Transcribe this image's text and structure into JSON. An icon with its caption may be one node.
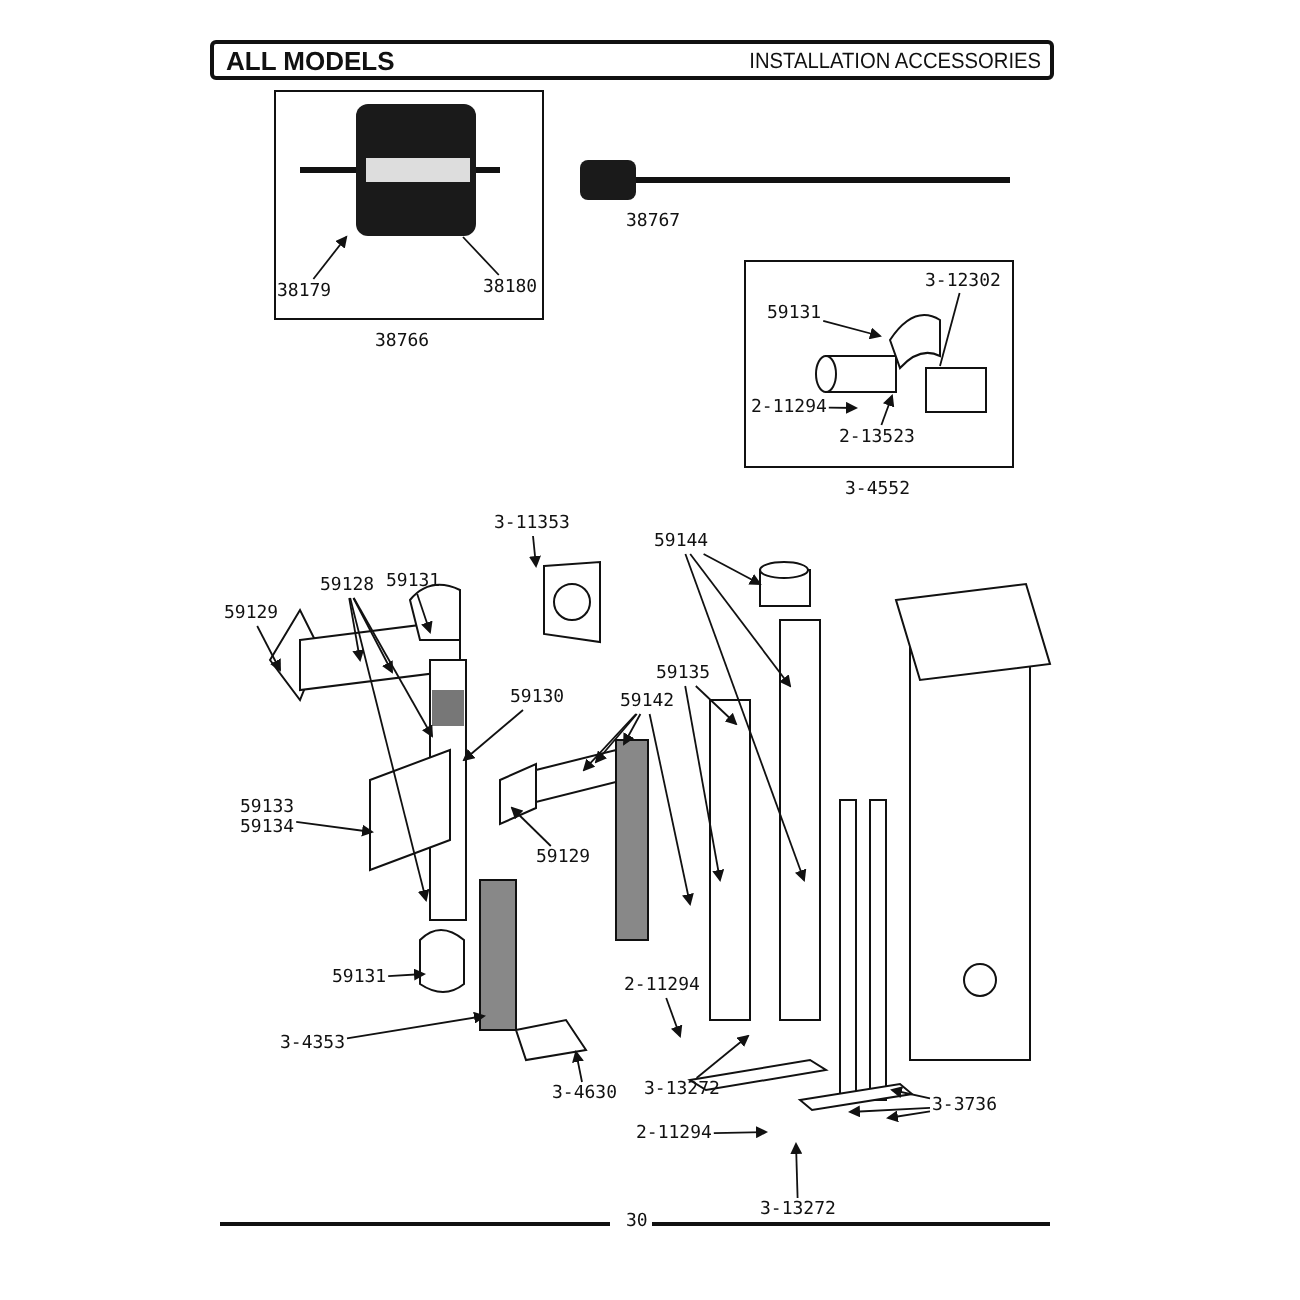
{
  "diagram": {
    "nodes": [
      {
        "text": [
          "ALL MODELS",
          "INSTALLATION ACCESSORIES"
        ]
      },
      {
        "text": [
          "38766"
        ]
      },
      {
        "text": [
          "38179"
        ],
        "in": 1
      },
      {
        "text": [
          "38180"
        ],
        "in": 1
      },
      {
        "text": [
          "3-4552"
        ]
      },
      {
        "text": [
          "3-12302"
        ],
        "in": 4
      },
      {
        "text": [
          "59131"
        ],
        "in": 4
      },
      {
        "text": [
          "2-11294"
        ],
        "in": 4
      },
      {
        "text": [
          "2-13523"
        ],
        "in": 4
      },
      {
        "text": [
          "3-11353"
        ]
      },
      {
        "text": [
          "59128"
        ]
      },
      {
        "text": [
          "59131"
        ]
      },
      {
        "text": [
          "59129"
        ]
      },
      {
        "text": [
          "59130"
        ]
      },
      {
        "text": [
          "59133",
          "59134"
        ]
      },
      {
        "text": [
          "59129"
        ]
      },
      {
        "text": [
          "59142"
        ]
      },
      {
        "text": [
          "59144"
        ]
      },
      {
        "text": [
          "59135"
        ]
      },
      {
        "text": [
          "59131"
        ]
      },
      {
        "text": [
          "3-4353"
        ]
      },
      {
        "text": [
          "3-4630"
        ]
      },
      {
        "text": [
          "2-11294"
        ]
      },
      {
        "text": [
          "3-13272"
        ]
      },
      {
        "text": [
          "2-11294"
        ]
      },
      {
        "text": [
          "3-13272"
        ]
      },
      {
        "text": [
          "3-3736"
        ]
      },
      {
        "text": [],
        "shape": "picture",
        "in": 1
      }
    ],
    "edges": [
      {
        "from": 2,
        "to": 27,
        "arrow": "to"
      },
      {
        "from": 3,
        "to": 27,
        "arrow": "none"
      },
      {
        "from": 5,
        "to": null,
        "arrow": "none"
      },
      {
        "from": 6,
        "to": null,
        "arrow": "to"
      },
      {
        "from": 7,
        "to": null,
        "arrow": "to"
      },
      {
        "from": 8,
        "to": null,
        "arrow": "to"
      },
      {
        "from": 9,
        "to": null,
        "arrow": "to"
      },
      {
        "from": 10,
        "to": null,
        "arrow": "to"
      },
      {
        "from": 10,
        "to": null,
        "arrow": "to"
      },
      {
        "from": 10,
        "to": null,
        "arrow": "to"
      },
      {
        "from": 10,
        "to": null,
        "arrow": "to"
      },
      {
        "from": 11,
        "to": null,
        "arrow": "to"
      },
      {
        "from": 12,
        "to": null,
        "arrow": "to"
      },
      {
        "from": 13,
        "to": null,
        "arrow": "to"
      },
      {
        "from": 14,
        "to": null,
        "arrow": "to"
      },
      {
        "from": 15,
        "to": null,
        "arrow": "to"
      },
      {
        "from": 16,
        "to": null,
        "arrow": "to"
      },
      {
        "from": 16,
        "to": null,
        "arrow": "to"
      },
      {
        "from": 16,
        "to": null,
        "arrow": "to"
      },
      {
        "from": 16,
        "to": null,
        "arrow": "to"
      },
      {
        "from": 17,
        "to": null,
        "arrow": "to"
      },
      {
        "from": 17,
        "to": null,
        "arrow": "to"
      },
      {
        "from": 17,
        "to": null,
        "arrow": "to"
      },
      {
        "from": 18,
        "to": null,
        "arrow": "to"
      },
      {
        "from": 18,
        "to": null,
        "arrow": "to"
      },
      {
        "from": 19,
        "to": null,
        "arrow": "to"
      },
      {
        "from": 20,
        "to": null,
        "arrow": "to"
      },
      {
        "from": 21,
        "to": null,
        "arrow": "to"
      },
      {
        "from": 22,
        "to": null,
        "arrow": "to"
      },
      {
        "from": 23,
        "to": null,
        "arrow": "to"
      },
      {
        "from": 24,
        "to": null,
        "arrow": "to"
      },
      {
        "from": 25,
        "to": null,
        "arrow": "to"
      },
      {
        "from": 26,
        "to": null,
        "arrow": "to"
      },
      {
        "from": 26,
        "to": null,
        "arrow": "to"
      },
      {
        "from": 26,
        "to": null,
        "arrow": "to"
      }
    ],
    "labels": [
      "38767",
      "30"
    ]
  }
}
